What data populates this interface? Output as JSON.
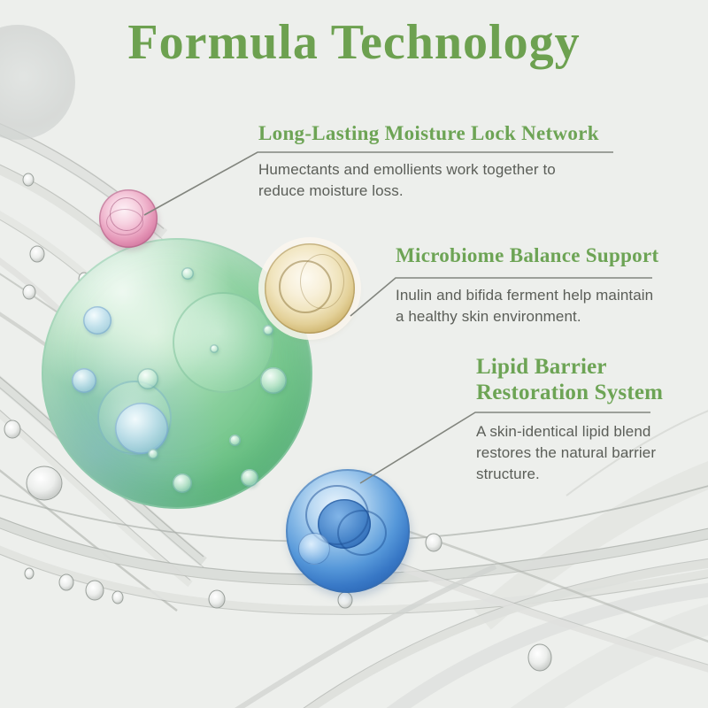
{
  "page": {
    "title": "Formula Technology",
    "background_color": "#edefec",
    "accent_green": "#6da150",
    "body_text_color": "#5b5e58",
    "leader_line_color": "#82857e"
  },
  "callouts": [
    {
      "heading": "Long-Lasting Moisture Lock Network",
      "body": "Humectants and emollients work together to reduce moisture loss.",
      "bubble": "pink-bubble",
      "bubble_color": "#d47aa2"
    },
    {
      "heading": "Microbiome Balance Support",
      "body": "Inulin and bifida ferment help maintain a healthy skin environment.",
      "bubble": "gold-bubble",
      "bubble_color": "#ddc88f"
    },
    {
      "heading": "Lipid Barrier Restoration System",
      "body": "A skin-identical lipid blend restores the natural barrier structure.",
      "bubble": "blue-bubble",
      "bubble_color": "#3f83cb"
    }
  ],
  "bubbles": {
    "green": {
      "color": "#6fbf85"
    },
    "pink": {
      "color": "#d98fb0"
    },
    "gold": {
      "color": "#ddc88f"
    },
    "blue": {
      "color": "#4b8fd3"
    }
  }
}
